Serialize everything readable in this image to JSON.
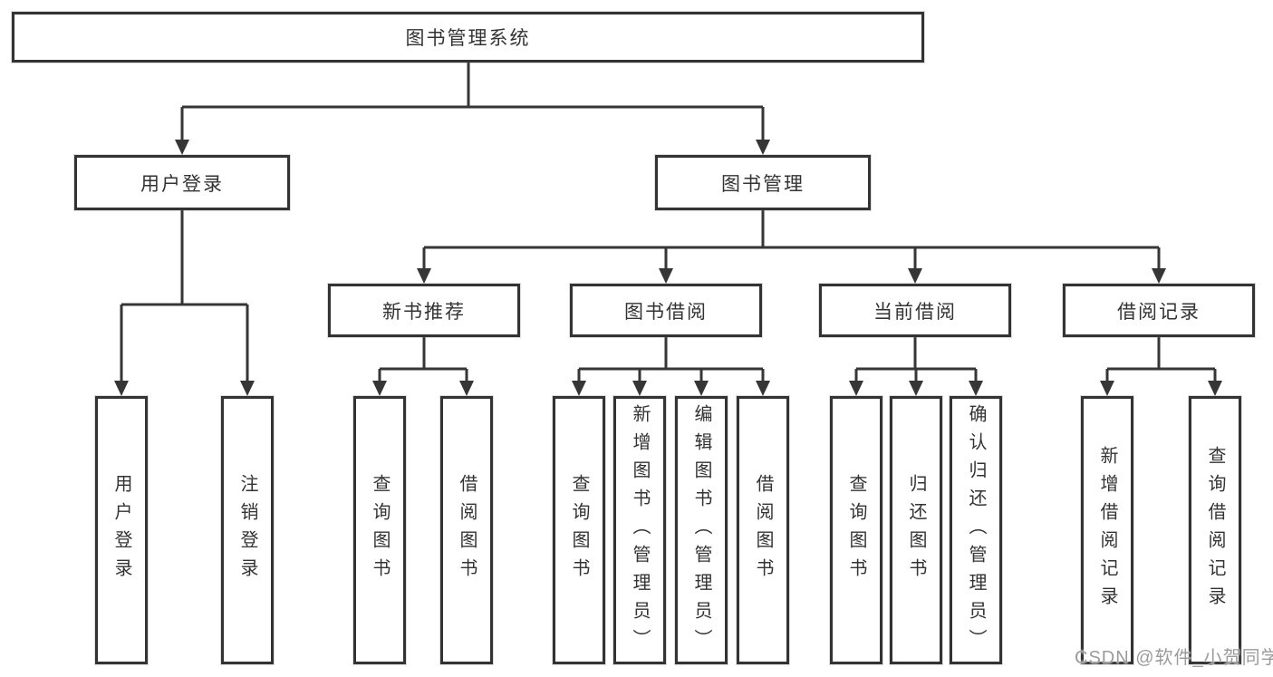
{
  "colors": {
    "line": "#363636",
    "box_border": "#333333",
    "text": "#333333",
    "watermark": "#9b9b9b",
    "background": "#ffffff"
  },
  "watermark": {
    "text": "CSDN @软件_小贺同学"
  },
  "diagram": {
    "type": "hierarchy-tree",
    "root": {
      "label": "图书管理系统",
      "children": [
        {
          "label": "用户登录",
          "children": [
            {
              "label": "用户登录"
            },
            {
              "label": "注销登录"
            }
          ]
        },
        {
          "label": "图书管理",
          "children": [
            {
              "label": "新书推荐",
              "children": [
                {
                  "label": "查询图书"
                },
                {
                  "label": "借阅图书"
                }
              ]
            },
            {
              "label": "图书借阅",
              "children": [
                {
                  "label": "查询图书"
                },
                {
                  "label": "新增图书（管理员）"
                },
                {
                  "label": "编辑图书（管理员）"
                },
                {
                  "label": "借阅图书"
                }
              ]
            },
            {
              "label": "当前借阅",
              "children": [
                {
                  "label": "查询图书"
                },
                {
                  "label": "归还图书"
                },
                {
                  "label": "确认归还（管理员）"
                }
              ]
            },
            {
              "label": "借阅记录",
              "children": [
                {
                  "label": "新增借阅记录"
                },
                {
                  "label": "查询借阅记录"
                }
              ]
            }
          ]
        }
      ]
    }
  }
}
